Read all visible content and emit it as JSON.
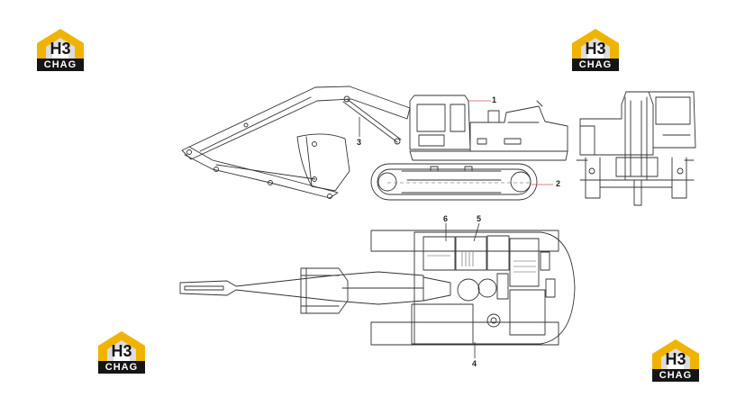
{
  "logo": {
    "monogram": "H3",
    "wordmark": "CHAG",
    "accent_color": "#f0b400",
    "dark_color": "#151515"
  },
  "callouts": {
    "c1": "1",
    "c2": "2",
    "c3": "3",
    "c4": "4",
    "c5": "5",
    "c6": "6"
  }
}
